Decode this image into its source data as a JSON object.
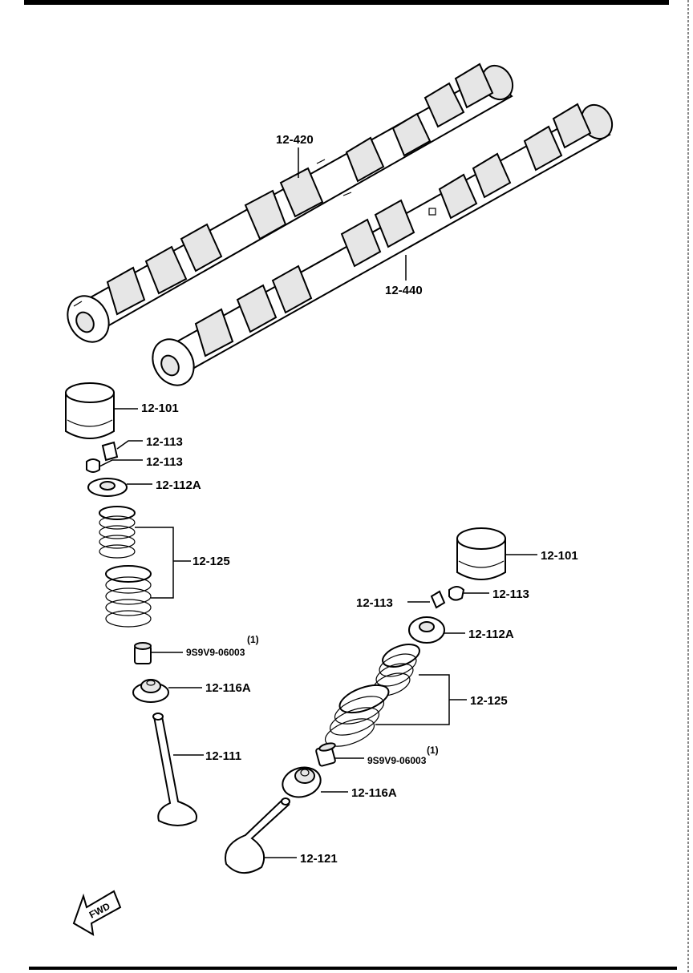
{
  "camshafts": {
    "intake_label": "12-420",
    "exhaust_label": "12-440"
  },
  "left_valve_assembly": {
    "tappet": "12-101",
    "keeper_upper": "12-113",
    "keeper_lower": "12-113",
    "retainer": "12-112A",
    "springs": "12-125",
    "seal_part": "9S9V9-06003",
    "seal_qty": "(1)",
    "spring_seat": "12-116A",
    "valve": "12-111"
  },
  "right_valve_assembly": {
    "tappet": "12-101",
    "keeper_left": "12-113",
    "keeper_right": "12-113",
    "retainer": "12-112A",
    "springs": "12-125",
    "seal_part": "9S9V9-06003",
    "seal_qty": "(1)",
    "spring_seat": "12-116A",
    "valve": "12-121"
  },
  "fwd_arrow": {
    "text": "FWD"
  }
}
